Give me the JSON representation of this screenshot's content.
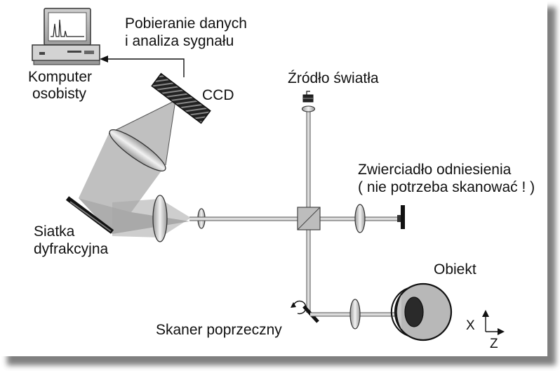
{
  "labels": {
    "computer_line1": "Komputer",
    "computer_line2": "osobisty",
    "data_line1": "Pobieranie danych",
    "data_line2": "i analiza sygnału",
    "ccd": "CCD",
    "light_source": "Źródło światła",
    "mirror_line1": "Zwierciadło odniesienia",
    "mirror_line2": "( nie potrzeba skanować ! )",
    "grating_line1": "Siatka",
    "grating_line2": "dyfrakcyjna",
    "object": "Obiekt",
    "scanner": "Skaner poprzeczny",
    "axis_x": "X",
    "axis_z": "Z"
  }
}
